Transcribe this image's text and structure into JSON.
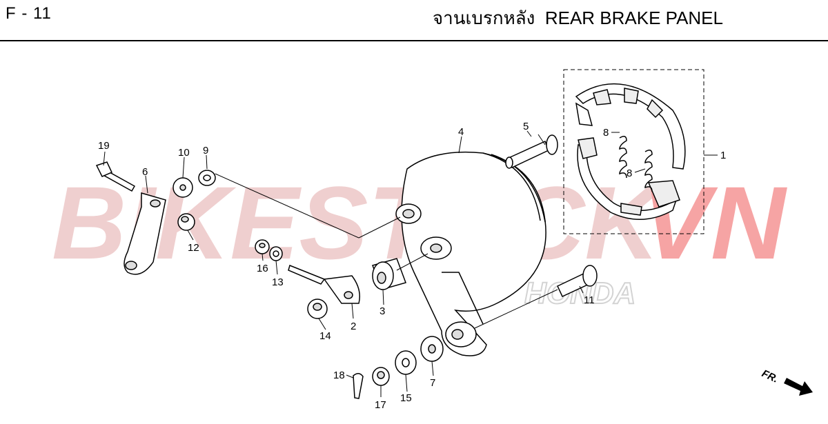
{
  "header": {
    "page_code": "F - 11",
    "title_thai": "จานเบรกหลัง",
    "title_en": "REAR BRAKE PANEL"
  },
  "watermark": {
    "text_main": "BIKESTOCK",
    "text_accent": "VN",
    "brand": "HONDA",
    "colors": {
      "main": "#e8b0b0",
      "accent": "#f06060"
    }
  },
  "direction_label": "FR.",
  "callouts": [
    "1",
    "2",
    "3",
    "4",
    "5",
    "6",
    "7",
    "8",
    "8",
    "9",
    "10",
    "11",
    "12",
    "13",
    "14",
    "15",
    "16",
    "17",
    "18",
    "19"
  ]
}
